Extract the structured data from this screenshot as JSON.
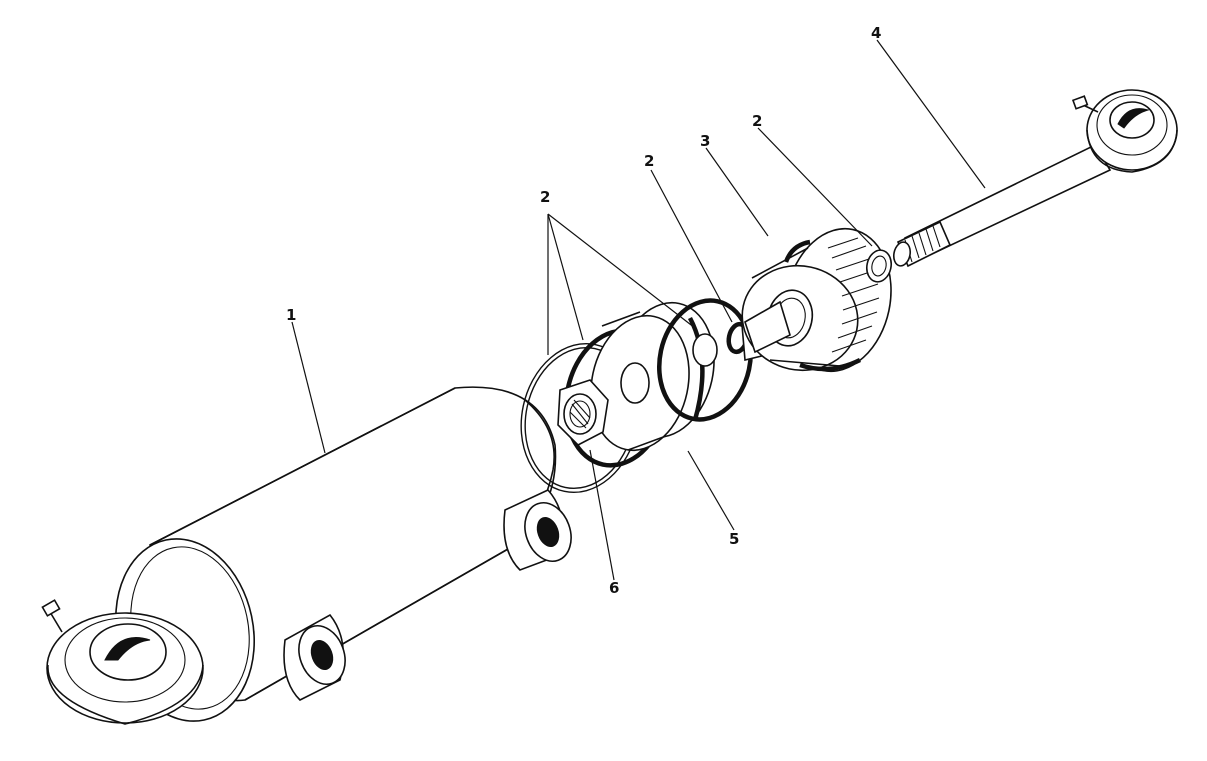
{
  "callouts": {
    "c1": "1",
    "c2a": "2",
    "c2b": "2",
    "c2c": "2",
    "c3": "3",
    "c4": "4",
    "c5": "5",
    "c6": "6"
  }
}
